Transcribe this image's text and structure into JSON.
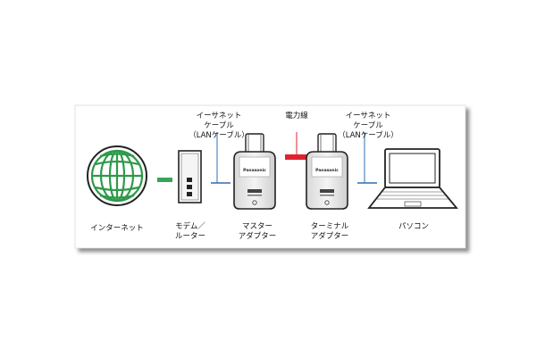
{
  "labels": {
    "internet": "インターネット",
    "modem_line1": "モデム／",
    "modem_line2": "ルーター",
    "master_line1": "マスター",
    "master_line2": "アダプター",
    "terminal_line1": "ターミナル",
    "terminal_line2": "アダプター",
    "pc": "パソコン",
    "ethernet1_line1": "イーサネット",
    "ethernet1_line2": "ケーブル",
    "ethernet1_line3": "（LANケーブル）",
    "power_line": "電力線",
    "ethernet2_line1": "イーサネット",
    "ethernet2_line2": "ケーブル",
    "ethernet2_line3": "（LANケーブル）",
    "adapter_brand": "Panasonic"
  },
  "colors": {
    "globe": "#2e9a4a",
    "internet_link": "#3aa35a",
    "ethernet_link": "#2c6fb0",
    "power_link": "#e0222f",
    "device_outline": "#222222"
  },
  "icons": {
    "internet": "globe-icon",
    "modem": "modem-router-icon",
    "master": "plc-adapter-icon",
    "terminal": "plc-adapter-icon",
    "pc": "laptop-icon"
  }
}
